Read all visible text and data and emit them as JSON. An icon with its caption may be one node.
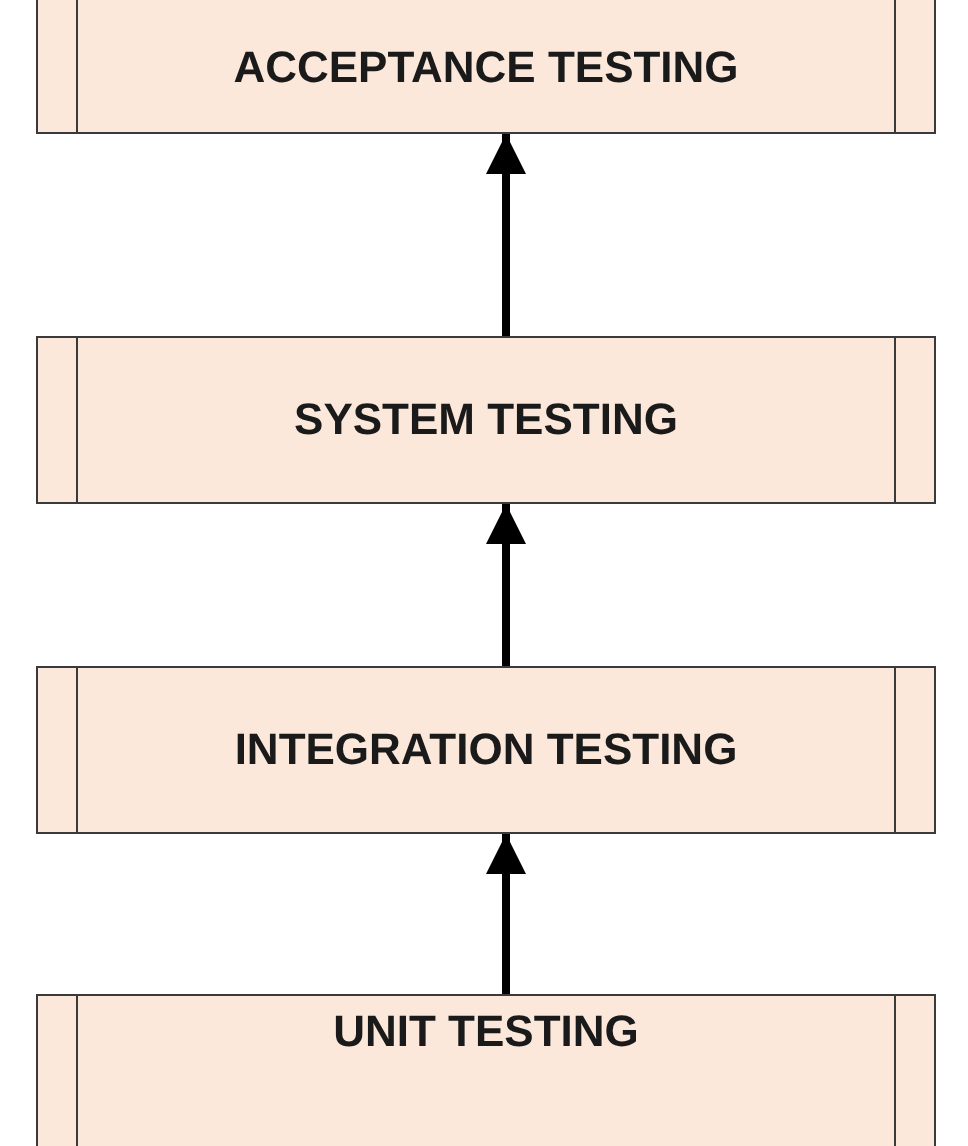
{
  "diagram": {
    "nodes": [
      {
        "text": [
          "ACCEPTANCE TESTING"
        ]
      },
      {
        "text": [
          "SYSTEM TESTING"
        ]
      },
      {
        "text": [
          "INTEGRATION TESTING"
        ]
      },
      {
        "text": [
          "UNIT TESTING"
        ]
      }
    ],
    "edges": [
      {
        "from": 1,
        "to": 0,
        "arrow": "to"
      },
      {
        "from": 2,
        "to": 1,
        "arrow": "to"
      },
      {
        "from": 3,
        "to": 2,
        "arrow": "to"
      }
    ]
  }
}
